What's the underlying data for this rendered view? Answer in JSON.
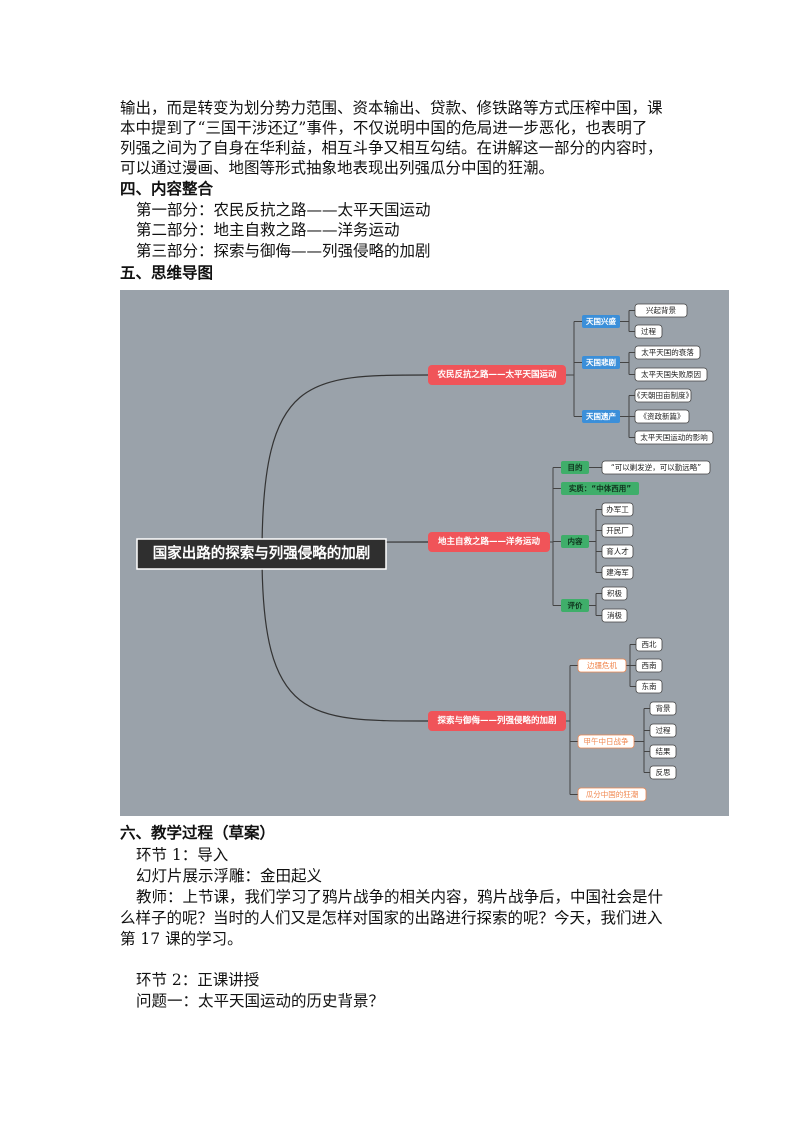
{
  "intro_lines": [
    "输出，而是转变为划分势力范围、资本输出、贷款、修铁路等方式压榨中国，课",
    "本中提到了“三国干涉还辽”事件，不仅说明中国的危局进一步恶化，也表明了",
    "列强之间为了自身在华利益，相互斗争又相互勾结。在讲解这一部分的内容时，",
    "可以通过漫画、地图等形式抽象地表现出列强瓜分中国的狂潮。"
  ],
  "section4": {
    "heading": "四、内容整合",
    "items": [
      "第一部分：农民反抗之路——太平天国运动",
      "第二部分：地主自救之路——洋务运动",
      "第三部分：探索与御侮——列强侵略的加剧"
    ]
  },
  "section5": {
    "heading": "五、思维导图"
  },
  "mindmap": {
    "root": "国家出路的探索与列强侵略的加剧",
    "branches": [
      {
        "label": "农民反抗之路——太平天国运动",
        "color": "#f05459",
        "subs": [
          {
            "label": "天国兴盛",
            "color": "#3b8fd9",
            "leaves": [
              "兴起背景",
              "过程"
            ]
          },
          {
            "label": "天国悲剧",
            "color": "#3b8fd9",
            "leaves": [
              "太平天国的衰落",
              "太平天国失败原因"
            ]
          },
          {
            "label": "天国遗产",
            "color": "#3b8fd9",
            "leaves": [
              "《天朝田亩制度》",
              "《资政新篇》",
              "太平天国运动的影响"
            ]
          }
        ]
      },
      {
        "label": "地主自救之路——洋务运动",
        "color": "#f05459",
        "subs": [
          {
            "label": "目的",
            "color": "#3fae6a",
            "leaves": [
              "“可以剿发逆，可以勤远略”"
            ]
          },
          {
            "label": "实质：“中体西用”",
            "color": "#3fae6a",
            "leaves": []
          },
          {
            "label": "内容",
            "color": "#3fae6a",
            "leaves": [
              "办军工",
              "开民厂",
              "育人才",
              "建海军"
            ]
          },
          {
            "label": "评价",
            "color": "#3fae6a",
            "leaves": [
              "积极",
              "消极"
            ]
          }
        ]
      },
      {
        "label": "探索与御侮——列强侵略的加剧",
        "color": "#f05459",
        "subs": [
          {
            "label": "边疆危机",
            "color": "#f0874f",
            "leaves": [
              "西北",
              "西南",
              "东南"
            ]
          },
          {
            "label": "甲午中日战争",
            "color": "#f0874f",
            "leaves": [
              "背景",
              "过程",
              "结果",
              "反思"
            ]
          },
          {
            "label": "瓜分中国的狂潮",
            "color": "#f0874f",
            "leaves": []
          }
        ]
      }
    ]
  },
  "section6": {
    "heading": "六、教学过程（草案）",
    "step1_title": "环节 1：导入",
    "step1_line": "幻灯片展示浮雕：金田起义",
    "teacher_lines": [
      "教师：上节课，我们学习了鸦片战争的相关内容，鸦片战争后，中国社会是什",
      "么样子的呢？当时的人们又是怎样对国家的出路进行探索的呢？今天，我们进入",
      "第 17 课的学习。"
    ],
    "step2_title": "环节 2：正课讲授",
    "question1": "问题一：太平天国运动的历史背景？"
  }
}
